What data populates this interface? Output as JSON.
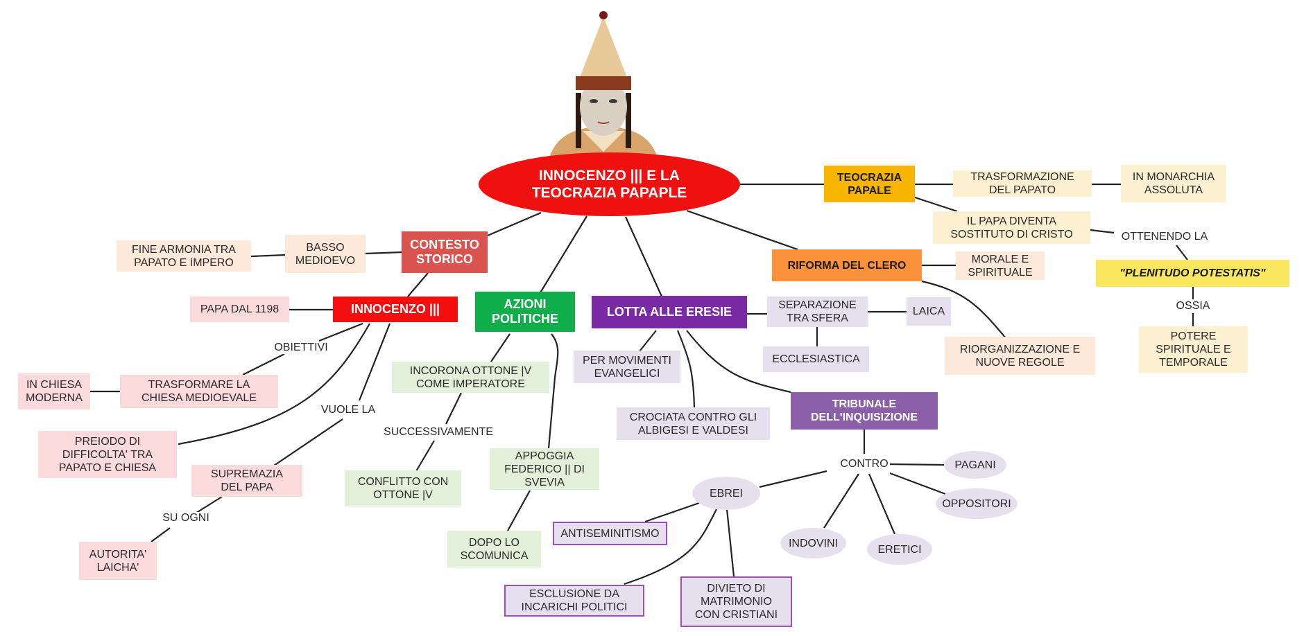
{
  "colors": {
    "central": "#ef1010",
    "contesto": "#d9534f",
    "innocenzo": "#f40e0e",
    "azioni": "#10ad4b",
    "lotta": "#7b2aa5",
    "tribunale": "#8a5fa8",
    "teocrazia": "#f7b500",
    "riforma": "#fb913a",
    "plenitudo": "#fbe660",
    "pink_light": "#fadadb",
    "peach_light": "#fde9da",
    "cream_light": "#fdf0d0",
    "green_light": "#e2f0d9",
    "lavender_light": "#e6e0ee"
  },
  "central": {
    "title": "INNOCENZO ||| E LA\nTEOCRAZIA PAPAPLE",
    "image": "pope-portrait"
  },
  "branches": {
    "contesto": {
      "title": "CONTESTO\nSTORICO",
      "basso_medioevo": "BASSO\nMEDIOEVO",
      "fine_armonia": "FINE ARMONIA TRA\nPAPATO E IMPERO"
    },
    "innocenzo": {
      "title": "INNOCENZO |||",
      "papa_dal": "PAPA DAL 1198",
      "label_obiettivi": "OBIETTIVI",
      "trasformare": "TRASFORMARE LA\nCHIESA MEDIOEVALE",
      "chiesa_moderna": "IN CHIESA\nMODERNA",
      "periodo": "PREIODO DI\nDIFFICOLTA' TRA\nPAPATO E CHIESA",
      "label_vuole": "VUOLE LA",
      "supremazia": "SUPREMAZIA\nDEL PAPA",
      "label_su_ogni": "SU OGNI",
      "autorita": "AUTORITA'\nLAICHA'"
    },
    "azioni": {
      "title": "AZIONI\nPOLITICHE",
      "incorona": "INCORONA OTTONE |V\nCOME IMPERATORE",
      "label_successivamente": "SUCCESSIVAMENTE",
      "conflitto": "CONFLITTO CON\nOTTONE |V",
      "appoggia": "APPOGGIA\nFEDERICO || DI\nSVEVIA",
      "dopo": "DOPO LO\nSCOMUNICA"
    },
    "lotta": {
      "title": "LOTTA ALLE ERESIE",
      "separazione": "SEPARAZIONE\nTRA SFERA",
      "laica": "LAICA",
      "ecclesiastica": "ECCLESIASTICA",
      "movimenti": "PER MOVIMENTI\nEVANGELICI",
      "crociata": "CROCIATA CONTRO GLI\nALBIGESI E VALDESI",
      "tribunale": "TRIBUNALE\nDELL'INQUISIZIONE",
      "label_contro": "CONTRO",
      "pagani": "PAGANI",
      "oppositori": "OPPOSITORI",
      "indovini": "INDOVINI",
      "eretici": "ERETICI",
      "ebrei": "EBREI",
      "antiseminitismo": "ANTISEMINITISMO",
      "esclusione": "ESCLUSIONE DA\nINCARICHI POLITICI",
      "divieto": "DIVIETO DI\nMATRIMONIO\nCON CRISTIANI"
    },
    "teocrazia": {
      "title": "TEOCRAZIA\nPAPALE",
      "trasformazione": "TRASFORMAZIONE\nDEL PAPATO",
      "monarchia": "IN MONARCHIA\nASSOLUTA",
      "sostituto": "IL PAPA DIVENTA\nSOSTITUTO DI CRISTO",
      "label_ottenendo": "OTTENENDO LA",
      "plenitudo": "\"PLENITUDO POTESTATIS\"",
      "label_ossia": "OSSIA",
      "potere": "POTERE\nSPIRITUALE E\nTEMPORALE"
    },
    "riforma": {
      "title": "RIFORMA DEL CLERO",
      "morale": "MORALE E\nSPIRITUALE",
      "riorganizzazione": "RIORGANIZZAZIONE E\nNUOVE REGOLE"
    }
  }
}
